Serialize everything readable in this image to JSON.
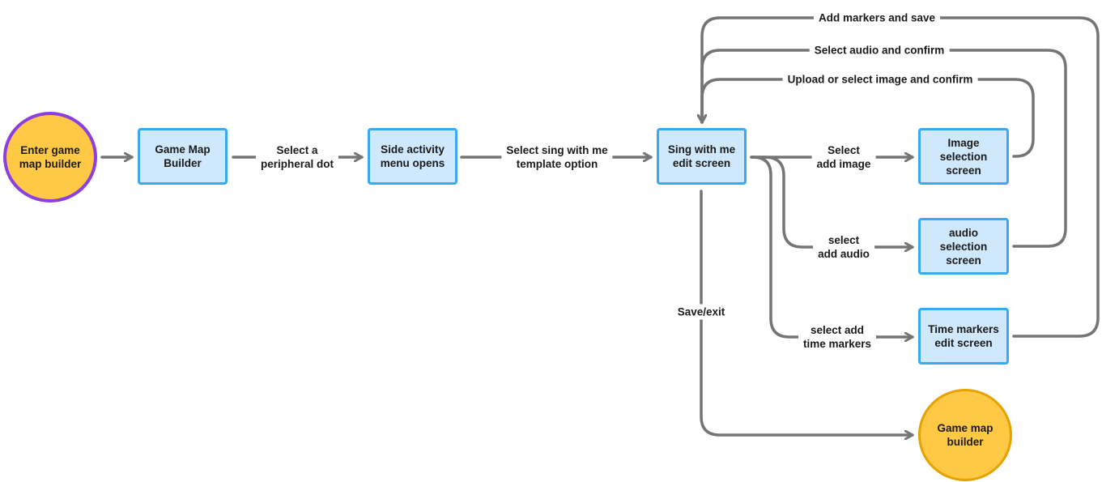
{
  "nodes": {
    "enter": "Enter game\nmap builder",
    "builder": "Game Map\nBuilder",
    "menu": "Side activity\nmenu opens",
    "sing": "Sing with me\nedit screen",
    "image": "Image\nselection\nscreen",
    "audio": "audio\nselection\nscreen",
    "time": "Time markers\nedit screen",
    "end": "Game map\nbuilder"
  },
  "edges": {
    "select_dot": "Select a\nperipheral dot",
    "select_template": "Select sing with me\ntemplate option",
    "add_image": "Select\nadd image",
    "add_audio": "select\nadd audio",
    "add_time": "select add\ntime markers",
    "save_exit": "Save/exit",
    "upload_confirm": "Upload or select image and confirm",
    "audio_confirm": "Select audio and confirm",
    "markers_save": "Add markers and save"
  },
  "colors": {
    "box_fill": "#cfe8fc",
    "box_border": "#3ba9f0",
    "terminal_fill": "#ffc845",
    "start_border": "#8b3fe0",
    "end_border": "#e6a200",
    "connector": "#757575"
  }
}
